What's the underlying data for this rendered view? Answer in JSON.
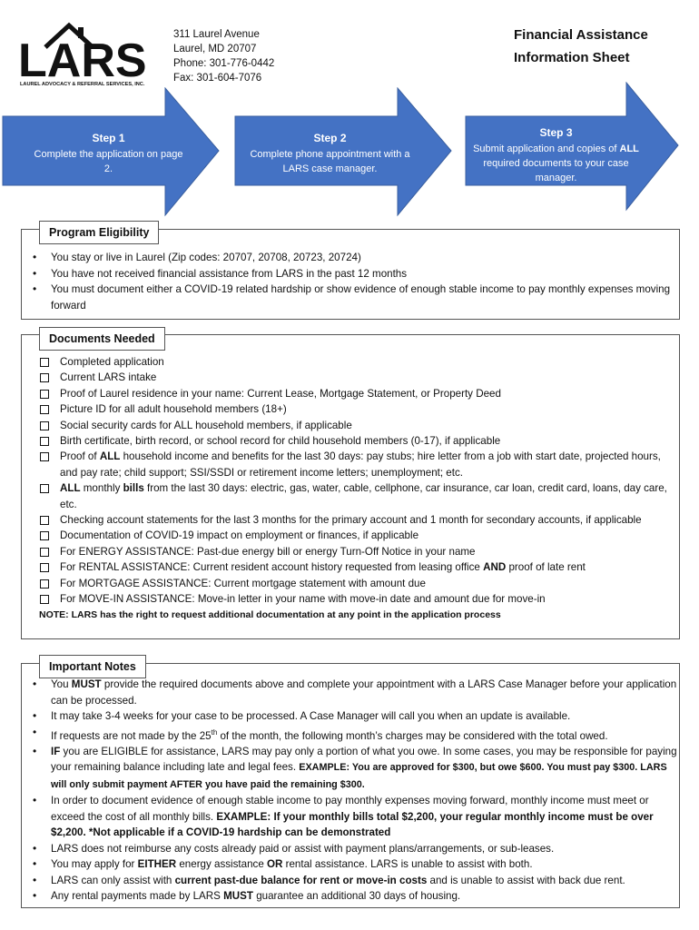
{
  "header": {
    "logo_text": "LARS",
    "logo_tagline": "LAUREL ADVOCACY & REFERRAL SERVICES, INC.",
    "address": [
      "311 Laurel Avenue",
      "Laurel, MD  20707",
      "Phone: 301-776-0442",
      "Fax: 301-604-7076"
    ],
    "title_line1": "Financial Assistance",
    "title_line2": "Information Sheet"
  },
  "colors": {
    "step_blue": "#4472C4",
    "step_border": "#3A5F9F"
  },
  "steps": [
    {
      "heading": "Step 1",
      "text": "Complete the application on page 2."
    },
    {
      "heading": "Step 2",
      "text": "Complete phone appointment with a LARS case manager."
    },
    {
      "heading": "Step 3",
      "text_pre": "Submit application and copies of ",
      "text_bold": "ALL",
      "text_post": " required documents to your case manager."
    }
  ],
  "eligibility": {
    "title": "Program Eligibility",
    "items": [
      "You stay or live in Laurel (Zip codes: 20707, 20708, 20723, 20724)",
      "You have not received financial assistance from LARS in the past 12 months",
      "You must document either a COVID-19 related hardship or show evidence of enough stable income to pay monthly expenses moving forward"
    ]
  },
  "documents": {
    "title": "Documents Needed",
    "items": {
      "i1": "Completed application",
      "i2": "Current LARS intake",
      "i3": "Proof of Laurel residence in your name: Current Lease, Mortgage Statement, or Property Deed",
      "i4": "Picture ID for all adult household members (18+)",
      "i5": "Social security cards for ALL household members, if applicable",
      "i6": "Birth certificate, birth record, or school record for child household members (0-17), if applicable",
      "i7a": "Proof of ",
      "i7b": "ALL",
      "i7c": " household income and benefits for the last 30 days: pay stubs; hire letter from a job with start date, projected hours, and pay rate; child support; SSI/SSDI or retirement income letters; unemployment; etc.",
      "i8a": "ALL",
      "i8b": " monthly ",
      "i8c": "bills",
      "i8d": " from the last 30 days: electric, gas, water, cable, cellphone, car insurance, car loan, credit card, loans, day care, etc.",
      "i9": "Checking account statements for the last 3 months for the primary account and 1 month for secondary accounts, if applicable",
      "i10": "Documentation of COVID-19 impact on employment or finances, if applicable",
      "i11": "For ENERGY ASSISTANCE: Past-due energy bill or energy Turn-Off Notice in your name",
      "i12a": "For RENTAL ASSISTANCE: Current resident account history requested from leasing office ",
      "i12b": "AND",
      "i12c": " proof of late rent",
      "i13": "For MORTGAGE ASSISTANCE: Current mortgage statement with amount due",
      "i14": "For MOVE-IN ASSISTANCE: Move-in letter in your name with move-in date and amount due for move-in"
    },
    "note": "NOTE: LARS has the right to request additional documentation at any point in the application process"
  },
  "notes": {
    "title": "Important Notes",
    "n1a": "You ",
    "n1b": "MUST",
    "n1c": " provide the required documents above and complete your appointment with a LARS Case Manager before your application can be processed.",
    "n2": "It may take 3-4 weeks for your case to be processed. A Case Manager will call you when an update is available.",
    "n3a": "If requests are not made by the 25",
    "n3sup": "th",
    "n3b": " of the month, the following month’s charges may be considered with the total owed.",
    "n4a": "IF",
    "n4b": " you are ELIGIBLE for assistance, LARS may pay only a portion of what you owe.  In some cases, you may be responsible for paying your remaining balance including late and legal fees. ",
    "n4c": "EXAMPLE: You are approved for $300, but owe $600. You must pay $300. LARS will only submit payment AFTER you have paid the remaining $300.",
    "n5a": "In order to document evidence of enough stable income to pay monthly expenses moving forward, monthly income must meet or exceed the cost of all monthly bills. ",
    "n5b": "EXAMPLE: If your monthly bills total $2,200, your regular monthly income must be over $2,200. *Not applicable if a COVID-19 hardship can be demonstrated",
    "n6": "LARS does not reimburse any costs already paid or assist with payment plans/arrangements, or sub-leases.",
    "n7a": "You may apply for ",
    "n7b": "EITHER",
    "n7c": " energy assistance ",
    "n7d": "OR",
    "n7e": " rental assistance. LARS is unable to assist with both.",
    "n8a": "LARS can only assist with ",
    "n8b": "current past-due balance for rent or move-in costs",
    "n8c": " and is unable to assist with back due rent.",
    "n9a": "Any rental payments made by LARS ",
    "n9b": "MUST",
    "n9c": " guarantee an additional 30 days of housing."
  }
}
